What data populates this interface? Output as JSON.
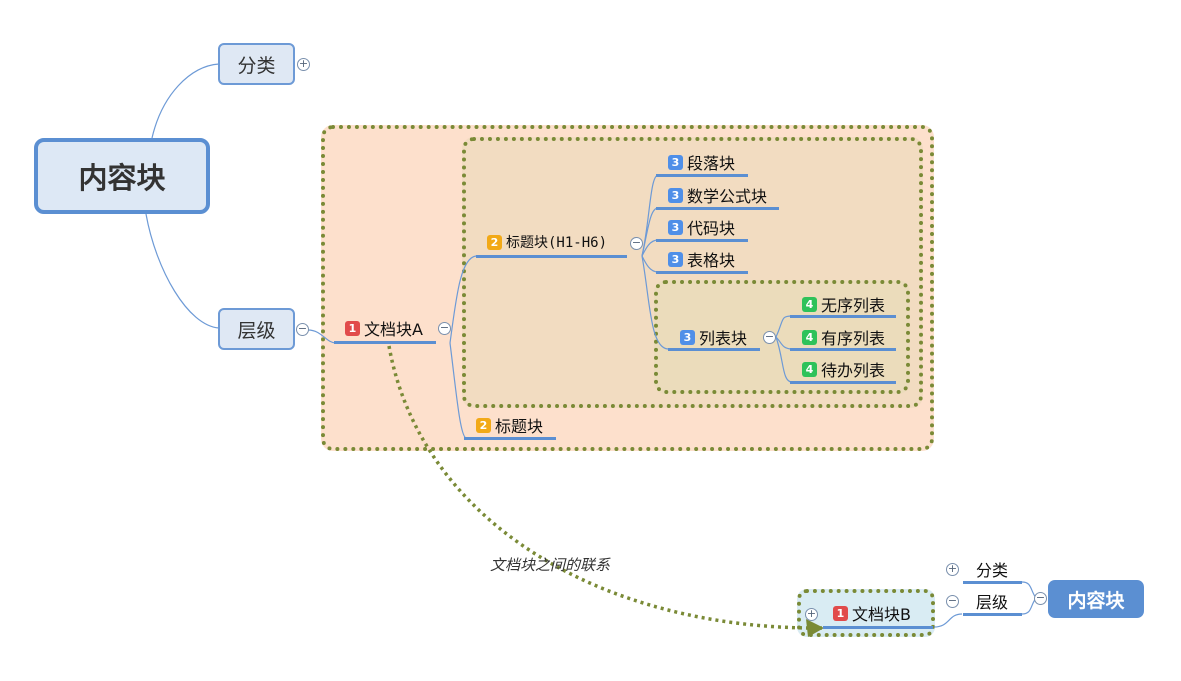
{
  "colors": {
    "root_border": "#5b8fd2",
    "boundary_dots": "#7a8a36",
    "boundary_outer_fill": "#fde0cc",
    "boundary_mid_fill": "#f2dcc1",
    "boundary_inner_fill": "#ebdcbb",
    "relationship_line": "#7a8a36",
    "badge_1": "#e14b4b",
    "badge_2": "#f2a917",
    "badge_3": "#4f8fe8",
    "badge_4": "#2ec25a"
  },
  "root": {
    "label": "内容块"
  },
  "branches": {
    "category": {
      "label": "分类",
      "toggle": "+"
    },
    "hierarchy": {
      "label": "层级",
      "toggle": "−"
    }
  },
  "doc_a": {
    "priority": "1",
    "label": "文档块A",
    "toggle": "−",
    "heading_h": {
      "priority": "2",
      "label": "标题块(H1-H6)",
      "toggle": "−"
    },
    "heading": {
      "priority": "2",
      "label": "标题块"
    },
    "level3": [
      {
        "priority": "3",
        "label": "段落块"
      },
      {
        "priority": "3",
        "label": "数学公式块"
      },
      {
        "priority": "3",
        "label": "代码块"
      },
      {
        "priority": "3",
        "label": "表格块"
      }
    ],
    "list": {
      "priority": "3",
      "label": "列表块",
      "toggle": "−"
    },
    "level4": [
      {
        "priority": "4",
        "label": "无序列表"
      },
      {
        "priority": "4",
        "label": "有序列表"
      },
      {
        "priority": "4",
        "label": "待办列表"
      }
    ]
  },
  "relationship": {
    "label": "文档块之间的联系"
  },
  "mini_map": {
    "root_label": "内容块",
    "category_label": "分类",
    "category_toggle": "+",
    "hierarchy_label": "层级",
    "hierarchy_toggle": "−",
    "root_toggle": "−",
    "doc_b": {
      "priority": "1",
      "label": "文档块B",
      "toggle": "+"
    }
  }
}
